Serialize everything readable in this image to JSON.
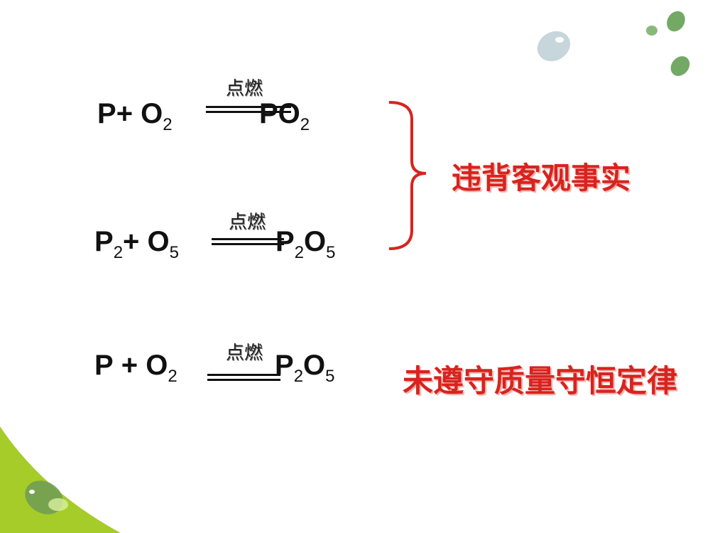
{
  "equations": [
    {
      "reactants": {
        "a": "P",
        "a_sub": "",
        "plus": "+ O",
        "b_sub": "2"
      },
      "condition": "点燃",
      "product": {
        "a": "PO",
        "a_sub": "",
        "b": "",
        "b_sub": "2"
      }
    },
    {
      "reactants": {
        "a": "P",
        "a_sub": "2",
        "plus": "+ O",
        "b_sub": "5"
      },
      "condition": "点燃",
      "product": {
        "a": "P",
        "a_sub": "2",
        "b": "O",
        "b_sub": "5"
      }
    },
    {
      "reactants": {
        "a": "P",
        "a_sub": "",
        "plus": " + O",
        "b_sub": "2"
      },
      "condition": "点燃",
      "product": {
        "a": "P",
        "a_sub": "2",
        "b": "O",
        "b_sub": "5"
      }
    }
  ],
  "annotations": {
    "fact_violation": "违背客观事实",
    "mass_law_violation": "未遵守质量守恒定律"
  },
  "colors": {
    "annotation": "#d8231f",
    "corner": "#a6cc2a"
  }
}
